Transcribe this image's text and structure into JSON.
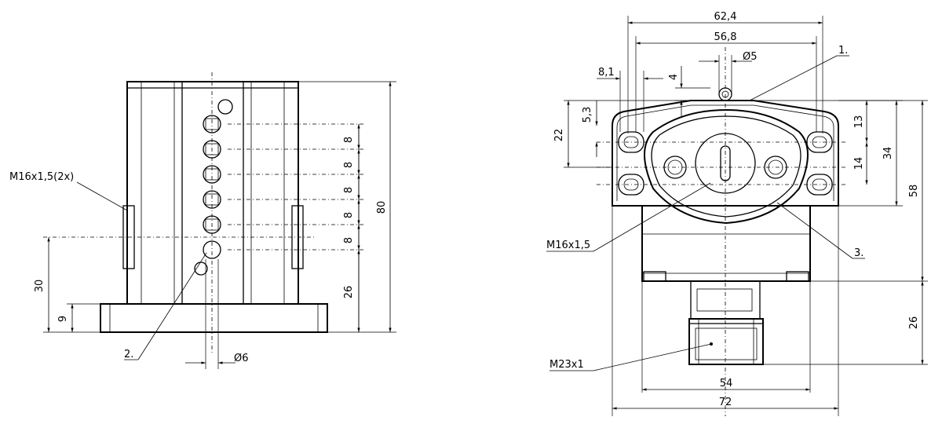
{
  "left_view": {
    "dims": {
      "d_80": "80",
      "d_8_1": "8",
      "d_8_2": "8",
      "d_8_3": "8",
      "d_8_4": "8",
      "d_8_5": "8",
      "d_26": "26",
      "d_30": "30",
      "d_9": "9",
      "d_phi6": "Ø6"
    },
    "labels": {
      "thread": "M16x1,5(2x)",
      "callout_2": "2."
    }
  },
  "right_view": {
    "dims": {
      "d_62_4": "62,4",
      "d_56_8": "56,8",
      "d_phi5": "Ø5",
      "d_8_1": "8,1",
      "d_4": "4",
      "d_5_3": "5,3",
      "d_22": "22",
      "d_13": "13",
      "d_14": "14",
      "d_34": "34",
      "d_58": "58",
      "d_26": "26",
      "d_54": "54",
      "d_72": "72"
    },
    "labels": {
      "callout_1": "1.",
      "callout_3": "3.",
      "thread": "M16x1,5",
      "connector": "M23x1"
    }
  }
}
